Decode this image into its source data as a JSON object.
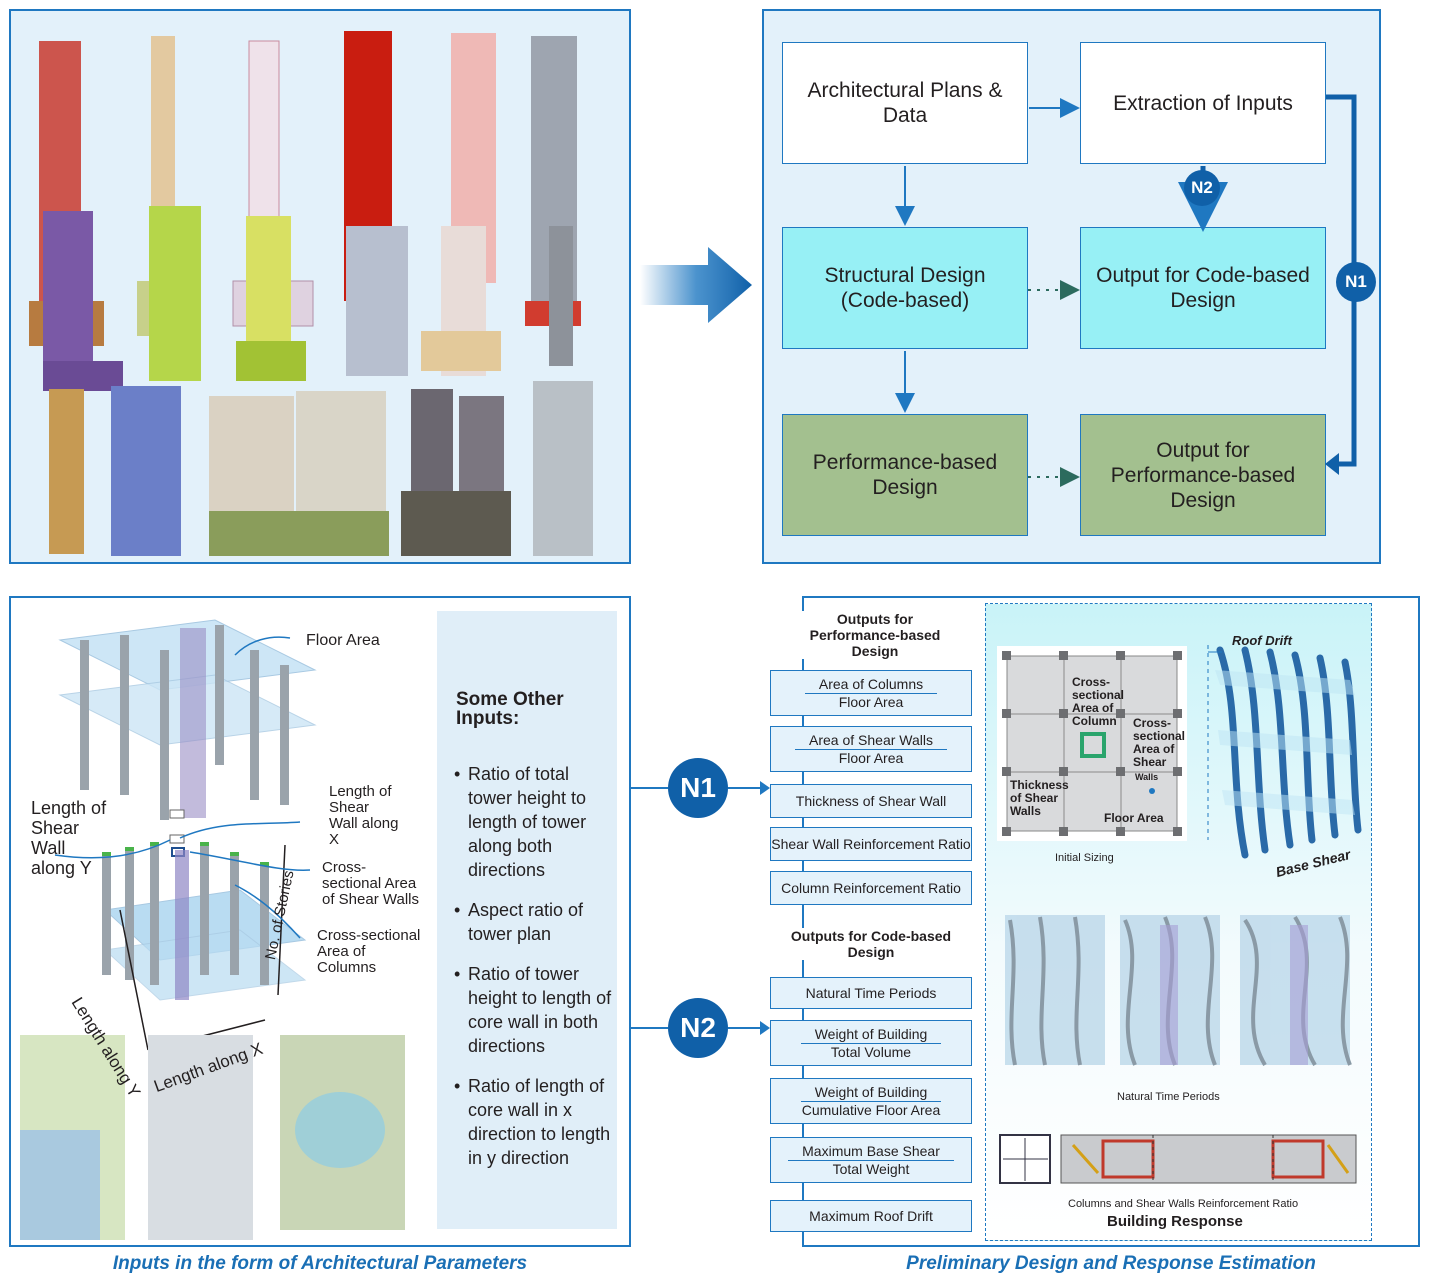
{
  "colors": {
    "accent": "#1f78c1",
    "badge": "#1060a8",
    "cyan_box": "#97f0f5",
    "green_box": "#a3c08f",
    "caption": "#1a6fb5"
  },
  "flow": {
    "arch_plans": "Architectural Plans & Data",
    "extraction": "Extraction of Inputs",
    "structural": "Structural Design (Code-based)",
    "output_code": "Output for Code-based Design",
    "performance": "Performance-based Design",
    "output_perf": "Output for Performance-based Design",
    "n1": "N1",
    "n2": "N2"
  },
  "inputs": {
    "floor_area": "Floor Area",
    "shear_wall_x": "Length of Shear Wall along X",
    "shear_wall_y": "Length of Shear Wall along Y",
    "cs_shear": "Cross-sectional Area of Shear Walls",
    "cs_columns": "Cross-sectional Area of Columns",
    "stories": "No. of Stories",
    "length_y": "Length along Y",
    "length_x": "Length along X",
    "other_title": "Some Other Inputs:",
    "other_items": [
      "Ratio of total tower height to length of tower along both directions",
      "Aspect ratio of tower plan",
      "Ratio of tower height to length of core wall in both directions",
      "Ratio of length of core wall in x direction to length in y direction"
    ]
  },
  "outputs": {
    "perf_title": "Outputs for Performance-based Design",
    "perf_items": [
      {
        "num": "Area of Columns",
        "den": "Floor Area"
      },
      {
        "num": "Area of Shear Walls",
        "den": "Floor Area"
      },
      {
        "text": "Thickness of Shear Wall"
      },
      {
        "text": "Shear Wall Reinforcement Ratio"
      },
      {
        "text": "Column Reinforcement Ratio"
      }
    ],
    "code_title": "Outputs for Code-based Design",
    "code_items": [
      {
        "text": "Natural Time Periods"
      },
      {
        "num": "Weight of Building",
        "den": "Total Volume"
      },
      {
        "num": "Weight of Building",
        "den": "Cumulative Floor Area"
      },
      {
        "num": "Maximum Base Shear",
        "den": "Total Weight"
      },
      {
        "text": "Maximum Roof Drift"
      }
    ]
  },
  "response": {
    "cs_column": "Cross-sectional Area of Column",
    "cs_shear_walls_1": "Cross-sectional Area of Shear",
    "cs_shear_walls_2": "Walls",
    "thickness": "Thickness of Shear Walls",
    "floor_area": "Floor Area",
    "initial_sizing": "Initial Sizing",
    "roof_drift": "Roof Drift",
    "base_shear": "Base Shear",
    "natural_periods": "Natural Time Periods",
    "reinf_ratio": "Columns and Shear Walls Reinforcement Ratio",
    "building_response": "Building Response"
  },
  "captions": {
    "left": "Inputs in the form of Architectural Parameters",
    "right": "Preliminary Design and Response Estimation"
  }
}
